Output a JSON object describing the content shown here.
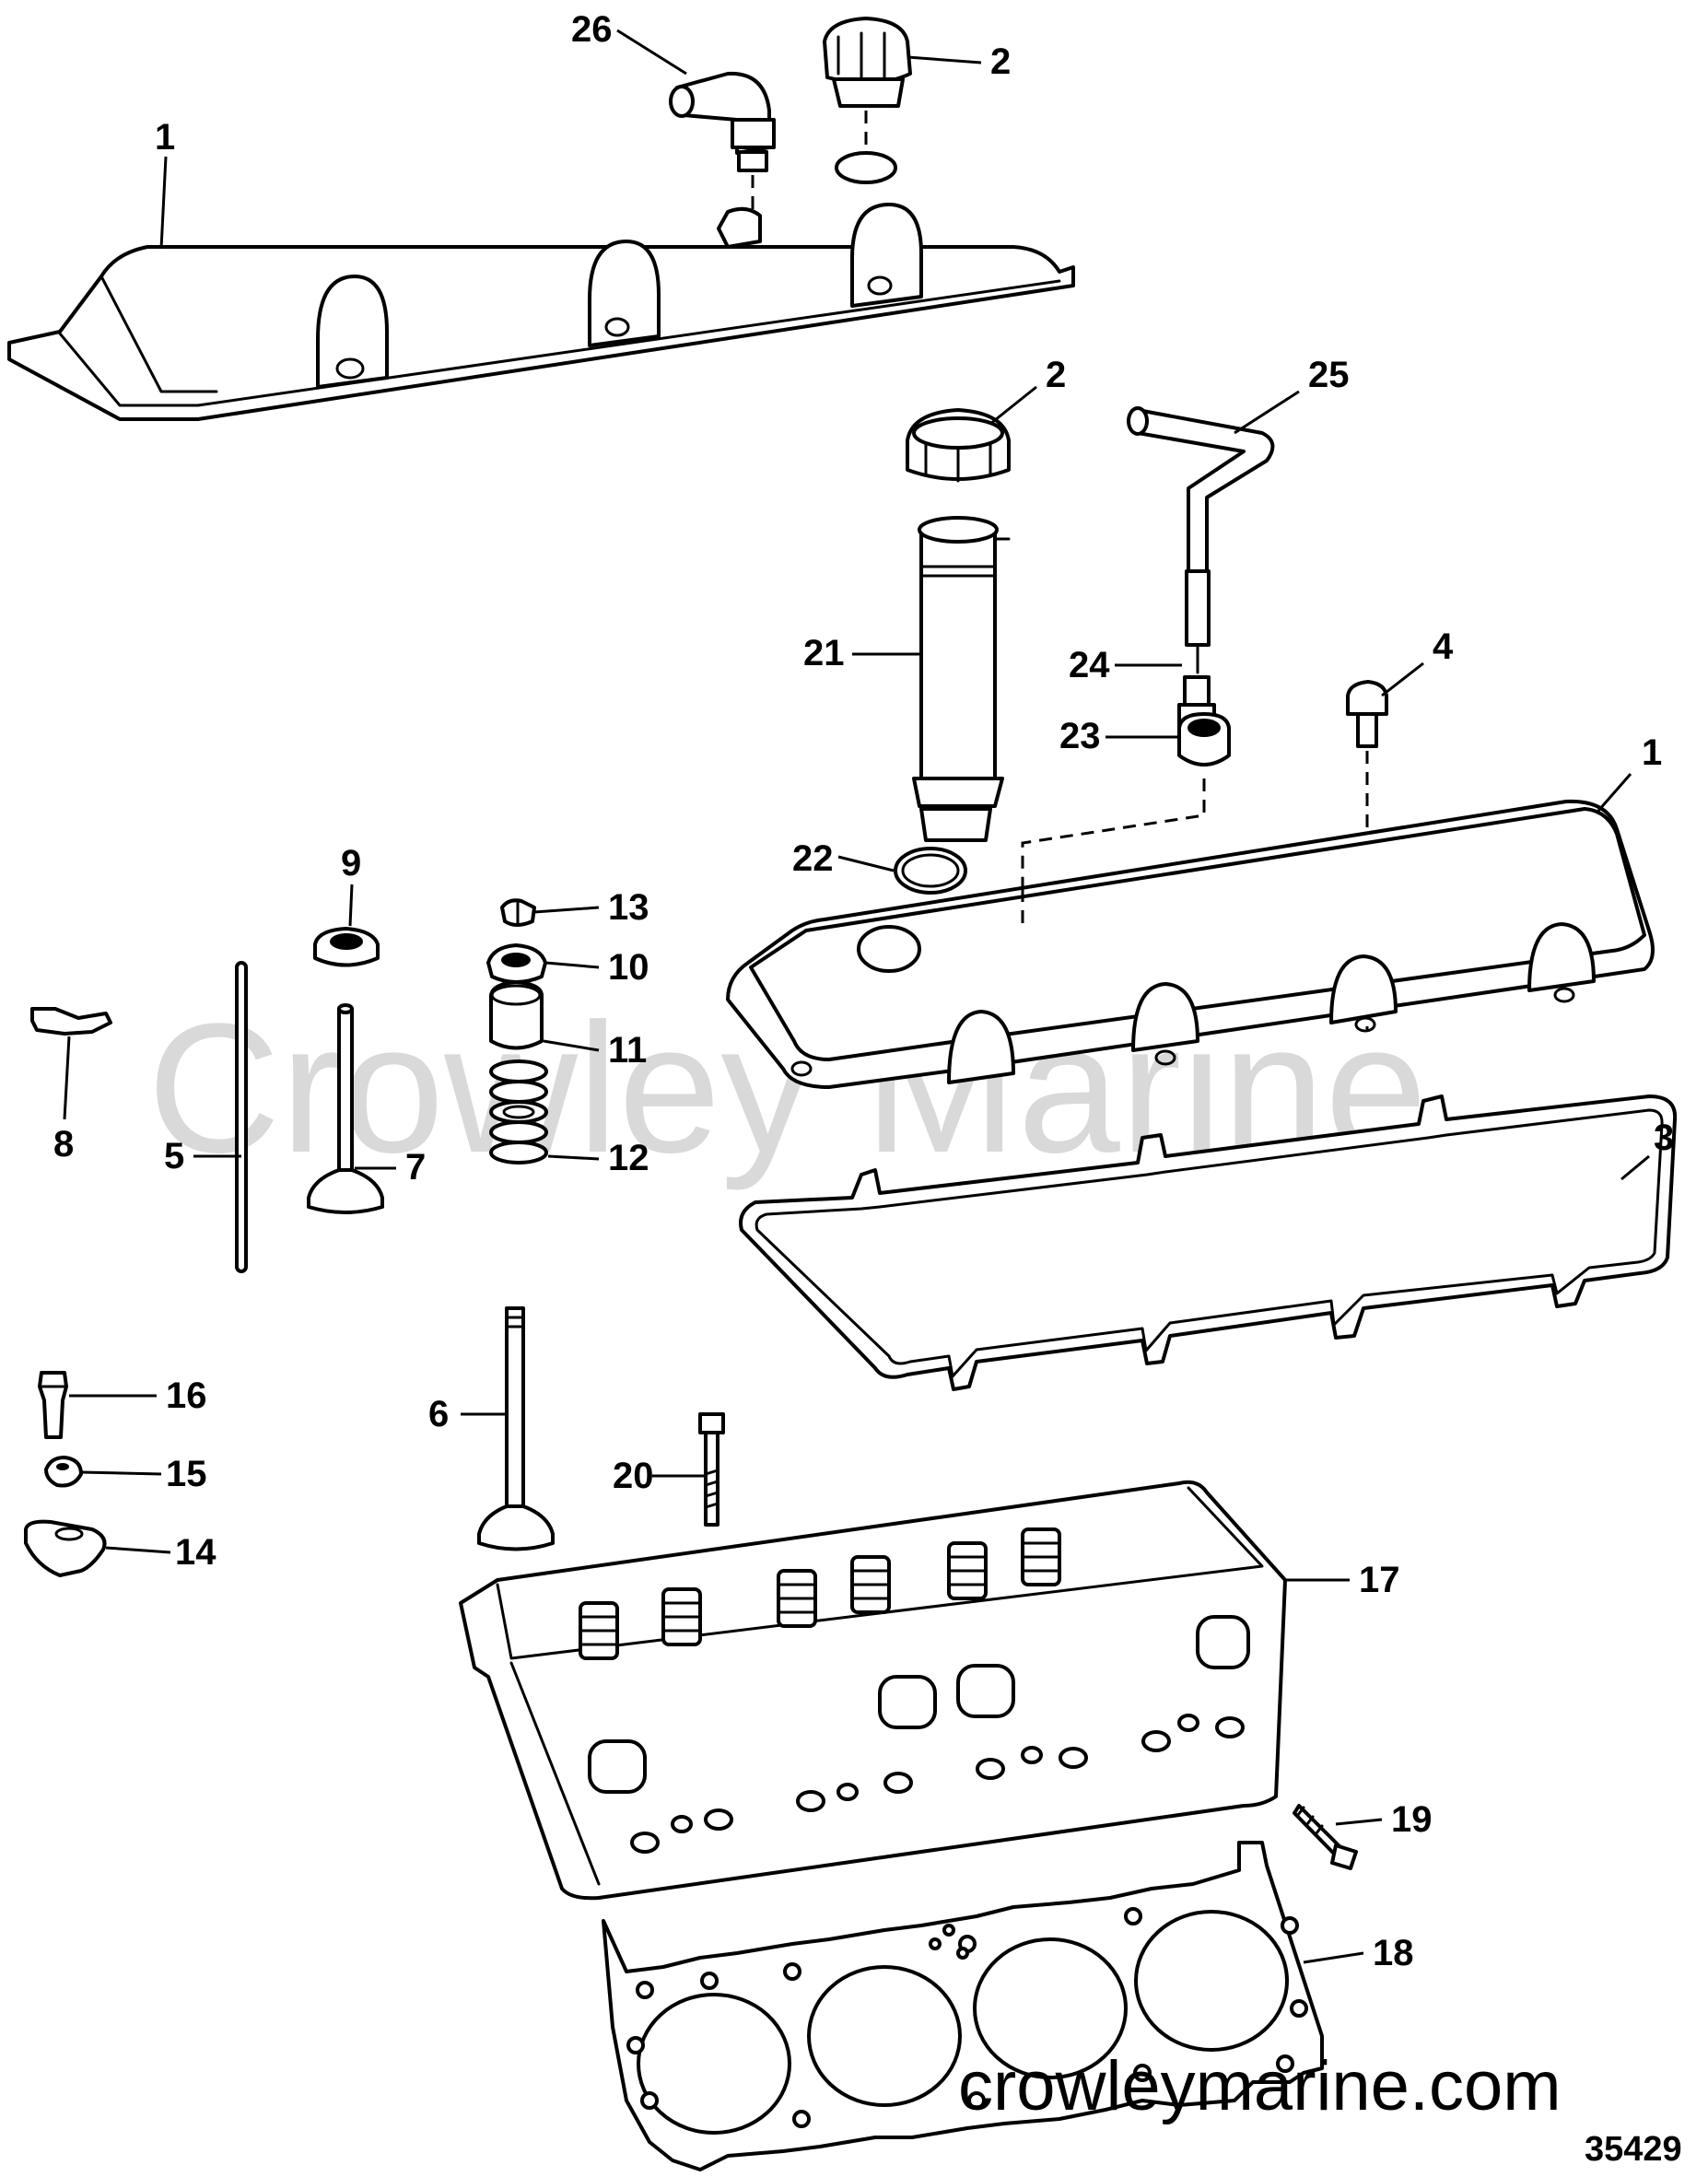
{
  "watermark": {
    "brand": "Crowley Marine",
    "url": "crowleymarine.com"
  },
  "reference_number": "35429",
  "callouts": [
    {
      "id": "c1a",
      "label": "1"
    },
    {
      "id": "c2a",
      "label": "2"
    },
    {
      "id": "c26",
      "label": "26"
    },
    {
      "id": "c2b",
      "label": "2"
    },
    {
      "id": "c25",
      "label": "25"
    },
    {
      "id": "c21",
      "label": "21"
    },
    {
      "id": "c24",
      "label": "24"
    },
    {
      "id": "c4",
      "label": "4"
    },
    {
      "id": "c23",
      "label": "23"
    },
    {
      "id": "c1b",
      "label": "1"
    },
    {
      "id": "c22",
      "label": "22"
    },
    {
      "id": "c9",
      "label": "9"
    },
    {
      "id": "c13",
      "label": "13"
    },
    {
      "id": "c10",
      "label": "10"
    },
    {
      "id": "c11",
      "label": "11"
    },
    {
      "id": "c7",
      "label": "7"
    },
    {
      "id": "c12",
      "label": "12"
    },
    {
      "id": "c8",
      "label": "8"
    },
    {
      "id": "c5",
      "label": "5"
    },
    {
      "id": "c3",
      "label": "3"
    },
    {
      "id": "c16",
      "label": "16"
    },
    {
      "id": "c6",
      "label": "6"
    },
    {
      "id": "c15",
      "label": "15"
    },
    {
      "id": "c20",
      "label": "20"
    },
    {
      "id": "c14",
      "label": "14"
    },
    {
      "id": "c17",
      "label": "17"
    },
    {
      "id": "c19",
      "label": "19"
    },
    {
      "id": "c18",
      "label": "18"
    }
  ]
}
